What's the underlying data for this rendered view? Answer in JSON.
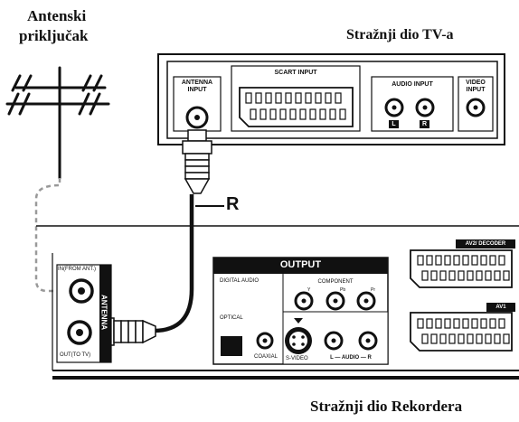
{
  "labels": {
    "antenna_title_line1": "Antenski",
    "antenna_title_line2": "priključak",
    "tv_rear": "Stražnji dio TV-a",
    "recorder_rear": "Stražnji dio Rekordera",
    "cable_marker": "R"
  },
  "tv_panel": {
    "antenna_input": [
      "ANTENNA",
      "INPUT"
    ],
    "scart_input": "SCART INPUT",
    "audio_input": "AUDIO INPUT",
    "audio_left": "L",
    "audio_right": "R",
    "video_input": [
      "VIDEO",
      "INPUT"
    ]
  },
  "recorder_panel": {
    "in_from_ant": "IN(FROM ANT.)",
    "out_to_tv": "OUT(TO TV)",
    "antenna": "ANTENNA",
    "output": "OUTPUT",
    "digital_audio": "DIGITAL AUDIO",
    "optical": "OPTICAL",
    "coaxial": "COAXIAL",
    "component": "COMPONENT",
    "comp_y": "Y",
    "comp_pb": "Pb",
    "comp_pr": "Pr",
    "svideo": "S-VIDEO",
    "audio_row": "L — AUDIO — R",
    "av2_decoder": "AV2/ DECODER",
    "av1": "AV1"
  },
  "colors": {
    "line": "#111111",
    "dashed": "#999999"
  }
}
